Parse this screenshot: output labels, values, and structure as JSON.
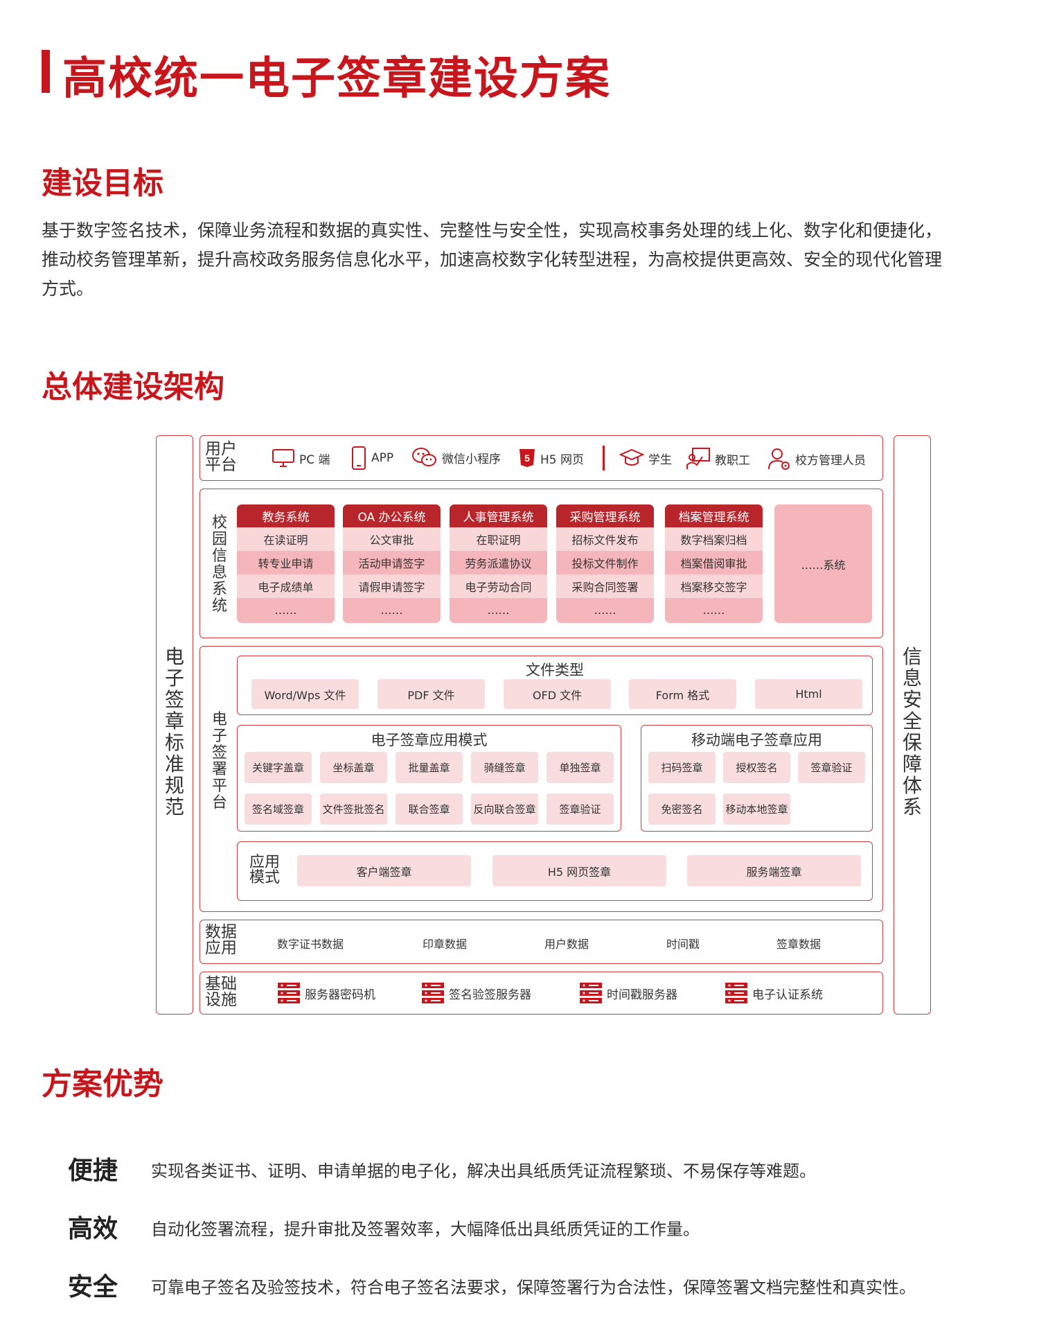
{
  "page_title": "高校统一电子签章建设方案",
  "goal": {
    "title": "建设目标",
    "lines": [
      "基于数字签名技术，保障业务流程和数据的真实性、完整性与安全性，实现高校事务处理的线上化、数字化和便捷化，",
      "推动校务管理革新，提升高校政务服务信息化水平，加速高校数字化转型进程，为高校提供更高效、安全的现代化管理",
      "方式。"
    ]
  },
  "architecture": {
    "title": "总体建设架构",
    "left_pillar": "电子签章标准规范",
    "right_pillar": "信息安全保障体系",
    "user_platform": {
      "label": [
        "用户",
        "平台"
      ],
      "entries": [
        {
          "icon": "pc-icon",
          "label": "PC 端"
        },
        {
          "icon": "mobile-icon",
          "label": "APP"
        },
        {
          "icon": "wechat-icon",
          "label": "微信小程序"
        },
        {
          "icon": "html5-icon",
          "label": "H5 网页"
        },
        {
          "icon": "graduation-cap-icon",
          "label": "学生"
        },
        {
          "icon": "teacher-icon",
          "label": "教职工"
        },
        {
          "icon": "admin-user-icon",
          "label": "校方管理人员"
        }
      ]
    },
    "campus": {
      "label": "校园信息系统",
      "columns": [
        {
          "title": "教务系统",
          "items": [
            "在读证明",
            "转专业申请",
            "电子成绩单",
            "……"
          ]
        },
        {
          "title": "OA 办公系统",
          "items": [
            "公文审批",
            "活动申请签字",
            "请假申请签字",
            "……"
          ]
        },
        {
          "title": "人事管理系统",
          "items": [
            "在职证明",
            "劳务派遣协议",
            "电子劳动合同",
            "……"
          ]
        },
        {
          "title": "采购管理系统",
          "items": [
            "招标文件发布",
            "投标文件制作",
            "采购合同签署",
            "……"
          ]
        },
        {
          "title": "档案管理系统",
          "items": [
            "数字档案归档",
            "档案借阅审批",
            "档案移交签字",
            "……"
          ]
        }
      ],
      "more": "……系统"
    },
    "esign": {
      "label": "电子签署平台",
      "file_types": {
        "title": "文件类型",
        "items": [
          "Word/Wps 文件",
          "PDF 文件",
          "OFD 文件",
          "Form 格式",
          "Html"
        ]
      },
      "modes": {
        "title": "电子签章应用模式",
        "row1": [
          "关键字盖章",
          "坐标盖章",
          "批量盖章",
          "骑缝签章",
          "单独签章"
        ],
        "row2": [
          "签名域签章",
          "文件签批签名",
          "联合签章",
          "反向联合签章",
          "签章验证"
        ]
      },
      "mobile": {
        "title": "移动端电子签章应用",
        "row1": [
          "扫码签章",
          "授权签名",
          "签章验证"
        ],
        "row2": [
          "免密签名",
          "移动本地签章"
        ]
      },
      "app_mode": {
        "label": [
          "应用",
          "模式"
        ],
        "items": [
          "客户端签章",
          "H5 网页签章",
          "服务端签章"
        ]
      }
    },
    "data_app": {
      "label": [
        "数据",
        "应用"
      ],
      "items": [
        "数字证书数据",
        "印章数据",
        "用户数据",
        "时间戳",
        "签章数据"
      ]
    },
    "infra": {
      "label": [
        "基础",
        "设施"
      ],
      "items": [
        "服务器密码机",
        "签名验签服务器",
        "时间戳服务器",
        "电子认证系统"
      ]
    }
  },
  "advantages": {
    "title": "方案优势",
    "items": [
      {
        "label": "便捷",
        "text": "实现各类证书、证明、申请单据的电子化，解决出具纸质凭证流程繁琐、不易保存等难题。"
      },
      {
        "label": "高效",
        "text": "自动化签署流程，提升审批及签署效率，大幅降低出具纸质凭证的工作量。"
      },
      {
        "label": "安全",
        "text": "可靠电子签名及验签技术，符合电子签名法要求，保障签署行为合法性，保障签署文档完整性和真实性。"
      }
    ]
  },
  "colors": {
    "brand": "#c8161d",
    "header": "#b8262c",
    "cell": "#f4b6ba",
    "cell_alt": "#f9d7d9",
    "chip": "#f8dcde"
  }
}
